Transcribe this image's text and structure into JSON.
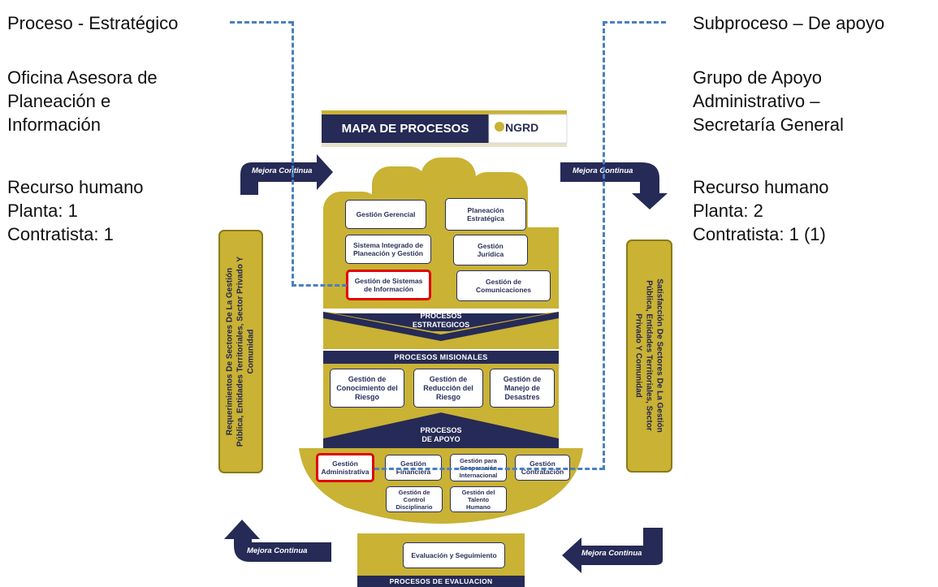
{
  "left_panel": {
    "title": "Proceso - Estratégico",
    "office": [
      "Oficina Asesora de",
      "Planeación e",
      "Información"
    ],
    "resources": [
      "Recurso humano",
      "Planta: 1",
      "Contratista: 1"
    ]
  },
  "right_panel": {
    "title": "Subproceso – De apoyo",
    "office": [
      "Grupo de Apoyo",
      "Administrativo –",
      "Secretaría General"
    ],
    "resources": [
      "Recurso humano",
      "Planta: 2",
      "Contratista: 1 (1)"
    ]
  },
  "map": {
    "title": "MAPA DE PROCESOS",
    "logo_text": "NGRD",
    "arrow_label": "Mejora Continua",
    "left_bar": [
      "Requerimientos De Sectores De La Gestión",
      "Pública, Entidades Territoriales, Sector Privado Y",
      "Comunidad"
    ],
    "right_bar": [
      "Satisfacción De Sectores De La Gestión",
      "Pública, Entidades Territoriales, Sector",
      "Privado Y Comunidad"
    ],
    "strategic": {
      "label": [
        "PROCESOS",
        "ESTRATEGICOS"
      ],
      "boxes": [
        [
          "Gestión Gerencial"
        ],
        [
          "Planeación",
          "Estratégica"
        ],
        [
          "Sistema Integrado de",
          "Planeación y Gestión"
        ],
        [
          "Gestión",
          "Jurídica"
        ],
        [
          "Gestión de Sistemas",
          "de Información"
        ],
        [
          "Gestión de",
          "Comunicaciones"
        ]
      ]
    },
    "missional": {
      "label": "PROCESOS MISIONALES",
      "boxes": [
        [
          "Gestión de",
          "Conocimiento del",
          "Riesgo"
        ],
        [
          "Gestión de",
          "Reducción  del",
          "Riesgo"
        ],
        [
          "Gestión de",
          "Manejo de",
          "Desastres"
        ]
      ]
    },
    "support": {
      "label": [
        "PROCESOS",
        "DE APOYO"
      ],
      "boxes": [
        [
          "Gestión",
          "Administrativa"
        ],
        [
          "Gestión",
          "Financiera"
        ],
        [
          "Gestión para",
          "Cooperación",
          "Internacional"
        ],
        [
          "Gestión",
          "Contratación"
        ],
        [
          "Gestión de",
          "Control",
          "Disciplinario"
        ],
        [
          "Gestión del",
          "Talento",
          "Humano"
        ]
      ]
    },
    "evaluation": {
      "label": "PROCESOS DE EVALUACION",
      "box": "Evaluación y Seguimiento"
    }
  },
  "colors": {
    "navy": "#262a56",
    "gold": "#c9b234",
    "highlight": "#e00000",
    "connector": "#4a7fc1"
  }
}
